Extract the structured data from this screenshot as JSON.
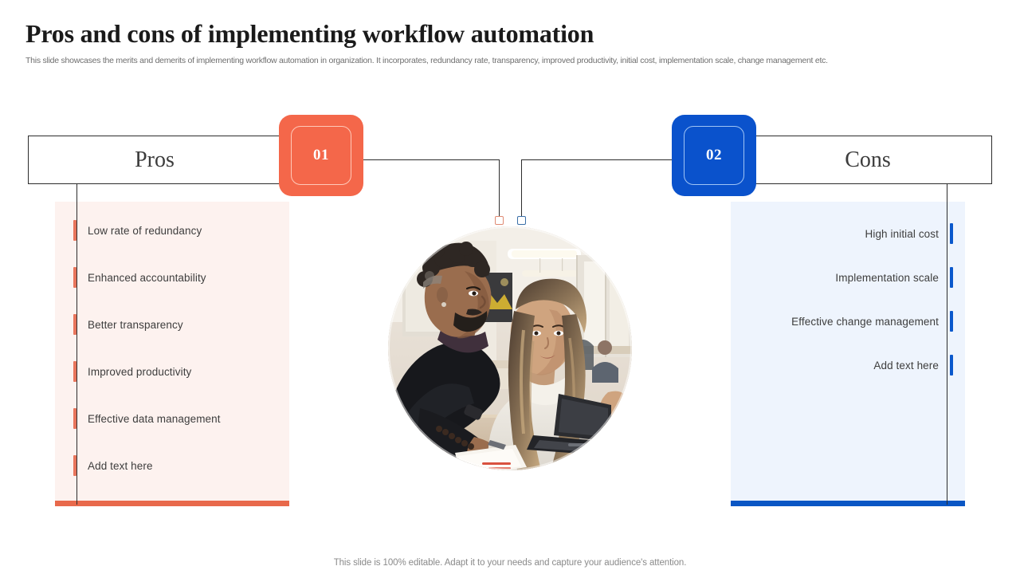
{
  "header": {
    "title": "Pros and cons of implementing workflow automation",
    "subtitle": "This slide showcases the merits and demerits of implementing workflow automation in organization. It incorporates, redundancy rate, transparency, improved productivity,  initial cost, implementation scale, change management etc."
  },
  "colors": {
    "pros_accent": "#f4674a",
    "cons_accent": "#0a52cc",
    "pros_panel_bg": "#fdf2ef",
    "cons_panel_bg": "#eef4fd",
    "pros_underline": "#e8694b",
    "cons_underline": "#0a56c4",
    "line": "#2c2c2c",
    "text": "#3d3d3d"
  },
  "pros": {
    "badge_number": "01",
    "heading": "Pros",
    "items": [
      {
        "label": "Low rate of redundancy"
      },
      {
        "label": "Enhanced accountability"
      },
      {
        "label": "Better transparency"
      },
      {
        "label": "Improved  productivity"
      },
      {
        "label": "Effective data management"
      },
      {
        "label": "Add text here"
      }
    ]
  },
  "cons": {
    "badge_number": "02",
    "heading": "Cons",
    "items": [
      {
        "label": "High initial cost"
      },
      {
        "label": "Implementation  scale"
      },
      {
        "label": "Effective change management"
      },
      {
        "label": "Add text here"
      }
    ]
  },
  "center_photo": {
    "alt": "Two office colleagues reviewing work together at a desk with a laptop and notebook"
  },
  "footer": {
    "note": "This slide is 100% editable. Adapt it to your needs and capture your audience's attention."
  }
}
